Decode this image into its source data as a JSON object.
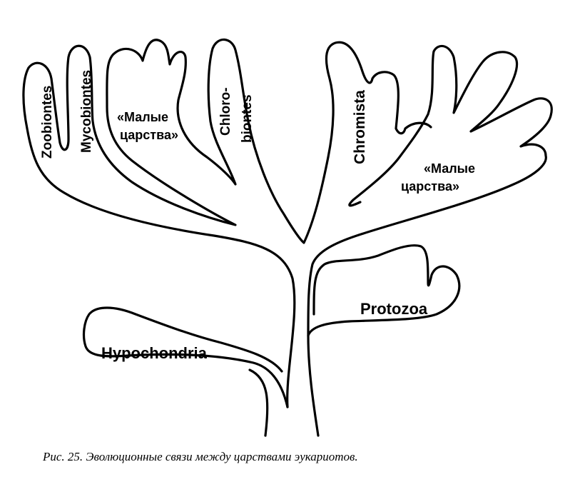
{
  "labels": {
    "zoobiontes": "Zoobiontes",
    "mycobiontes": "Mycobiontes",
    "small_kingdoms_left_line1": "«Малые",
    "small_kingdoms_left_line2": "царства»",
    "chlorobiontes_line1": "Chloro-",
    "chlorobiontes_line2": "biontes",
    "chromista": "Chromista",
    "small_kingdoms_right_line1": "«Малые",
    "small_kingdoms_right_line2": "царства»",
    "protozoa": "Protozoa",
    "hypochondria": "Hypochondria"
  },
  "caption": "Рис. 25. Эволюционные связи между царствами эукариотов."
}
